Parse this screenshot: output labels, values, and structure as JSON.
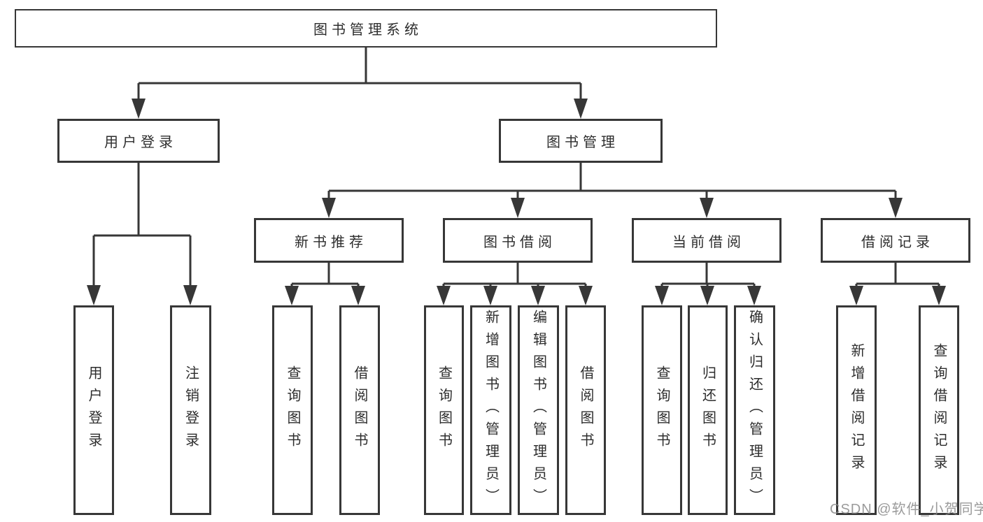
{
  "colors": {
    "background": "#ffffff",
    "line": "#373737",
    "text": "#2d2d2d",
    "watermark": "#8a8a8a"
  },
  "watermark": {
    "text": "CSDN @软件_小贺同学"
  },
  "tree": {
    "root": {
      "label": "图书管理系统"
    },
    "branches": [
      {
        "label": "用户登录",
        "children": [
          {
            "label": "用户登录"
          },
          {
            "label": "注销登录"
          }
        ]
      },
      {
        "label": "图书管理",
        "groups": [
          {
            "label": "新书推荐",
            "children": [
              {
                "label": "查询图书"
              },
              {
                "label": "借阅图书"
              }
            ]
          },
          {
            "label": "图书借阅",
            "children": [
              {
                "label": "查询图书"
              },
              {
                "label": "新增图书（管理员）"
              },
              {
                "label": "编辑图书（管理员）"
              },
              {
                "label": "借阅图书"
              }
            ]
          },
          {
            "label": "当前借阅",
            "children": [
              {
                "label": "查询图书"
              },
              {
                "label": "归还图书"
              },
              {
                "label": "确认归还（管理员）"
              }
            ]
          },
          {
            "label": "借阅记录",
            "children": [
              {
                "label": "新增借阅记录"
              },
              {
                "label": "查询借阅记录"
              }
            ]
          }
        ]
      }
    ]
  }
}
